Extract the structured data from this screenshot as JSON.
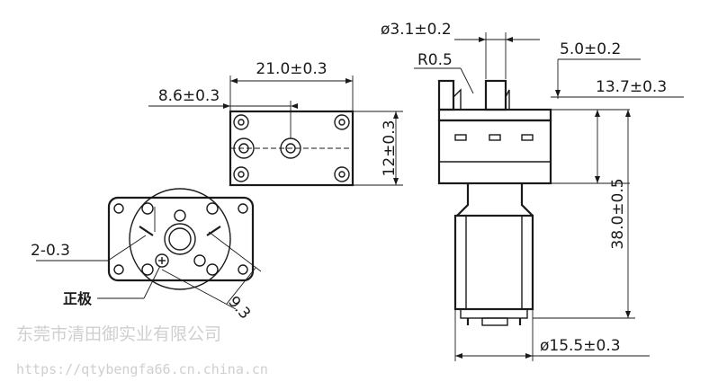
{
  "dimensions": {
    "tube_diameter": "ø3.1±0.2",
    "radius": "R0.5",
    "tube_spacing": "5.0±0.2",
    "head_height": "13.7±0.3",
    "body_width": "21.0±0.3",
    "outlet_offset": "8.6±0.3",
    "body_height": "12±0.3",
    "total_length": "38.0±0.5",
    "motor_diameter": "ø15.5±0.3",
    "hole_spec": "2-0.3",
    "terminal_spacing": "9.3"
  },
  "labels": {
    "positive_terminal": "正极"
  },
  "watermark": {
    "company": "东莞市清田御实业有限公司",
    "url": "https://qtybengfa66.cn.china.cn"
  }
}
